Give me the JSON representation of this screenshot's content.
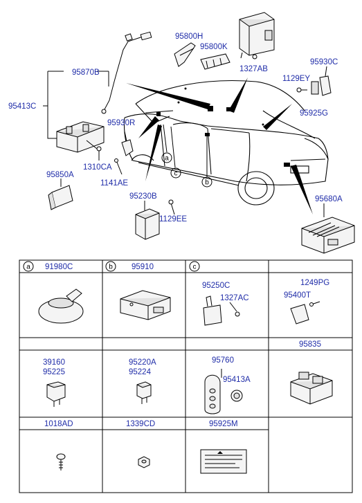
{
  "main_labels": {
    "p95870B": "95870B",
    "p95413C": "95413C",
    "p95800H": "95800H",
    "p95800K": "95800K",
    "p1327AB": "1327AB",
    "p95930C": "95930C",
    "p1129EY": "1129EY",
    "p95925G": "95925G",
    "p95930R": "95930R",
    "p1310CA": "1310CA",
    "p1141AE": "1141AE",
    "p95850A": "95850A",
    "p95230B": "95230B",
    "p1129EE": "1129EE",
    "p95680A": "95680A"
  },
  "callouts": {
    "a": "a",
    "b": "b",
    "c": "c"
  },
  "table": {
    "row1": {
      "cell1": {
        "callout": "a",
        "part": "91980C"
      },
      "cell2": {
        "callout": "b",
        "part": "95910"
      },
      "cell3": {
        "callout": "c",
        "part1": "95250C",
        "part2": "1327AC"
      },
      "cell4": {
        "part1": "1249PG",
        "part2": "95400T"
      }
    },
    "row2": {
      "cell1": {
        "part1": "39160",
        "part2": "95225"
      },
      "cell2": {
        "part1": "95220A",
        "part2": "95224"
      },
      "cell3": {
        "part1": "95760",
        "part2": "95413A"
      },
      "cell4": {
        "part": "95835"
      }
    },
    "row3": {
      "cell1": {
        "part": "1018AD"
      },
      "cell2": {
        "part": "1339CD"
      },
      "cell3": {
        "part": "95925M"
      }
    }
  }
}
